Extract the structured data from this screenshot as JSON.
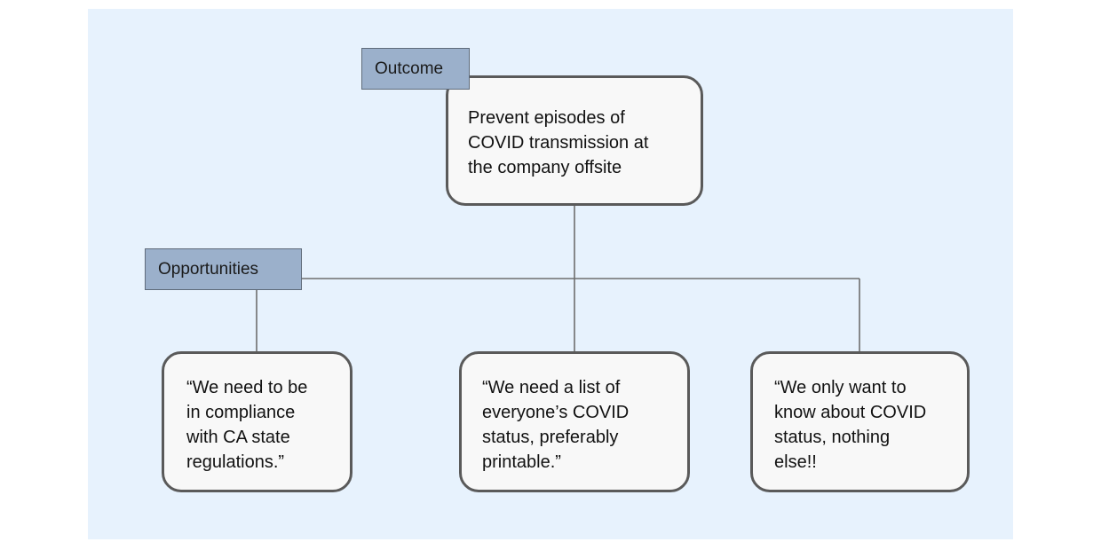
{
  "outcome": {
    "tag": "Outcome",
    "lines": [
      "Prevent episodes of",
      "COVID transmission at",
      "the company offsite"
    ]
  },
  "opportunities": {
    "tag": "Opportunities",
    "items": [
      {
        "lines": [
          "“We need to be",
          "in compliance",
          "with CA state",
          "regulations.”"
        ]
      },
      {
        "lines": [
          "“We need a list of",
          "everyone’s COVID",
          "status, preferably",
          "printable.”"
        ]
      },
      {
        "lines": [
          "“We only want to",
          "know about COVID",
          "status, nothing",
          "else!!"
        ]
      }
    ]
  },
  "colors": {
    "background": "#e7f2fd",
    "tag_fill": "#9bb0cb",
    "node_fill": "#f8f8f8",
    "node_border": "#5a5a5a",
    "connector": "#6e6e6e"
  }
}
